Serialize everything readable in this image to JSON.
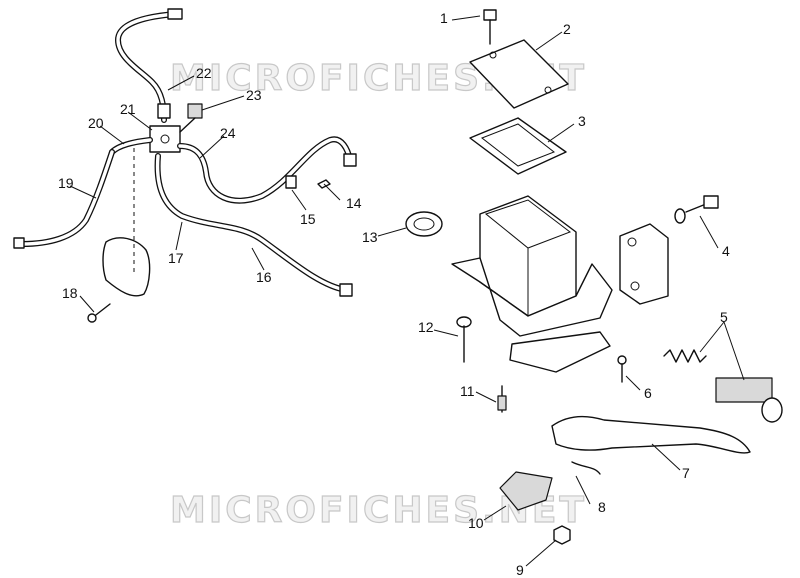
{
  "watermark": "MICROFICHES.NET",
  "callouts": {
    "c1": "1",
    "c2": "2",
    "c3": "3",
    "c4": "4",
    "c5": "5",
    "c6": "6",
    "c7": "7",
    "c8": "8",
    "c9": "9",
    "c10": "10",
    "c11": "11",
    "c12": "12",
    "c13": "13",
    "c14": "14",
    "c15": "15",
    "c16": "16",
    "c17": "17",
    "c18": "18",
    "c19": "19",
    "c20": "20",
    "c21": "21",
    "c22": "22",
    "c23": "23",
    "c24": "24"
  },
  "colors": {
    "ink": "#111111",
    "watermark_fill": "#f1f1f1",
    "watermark_stroke": "#c8c8c8"
  }
}
